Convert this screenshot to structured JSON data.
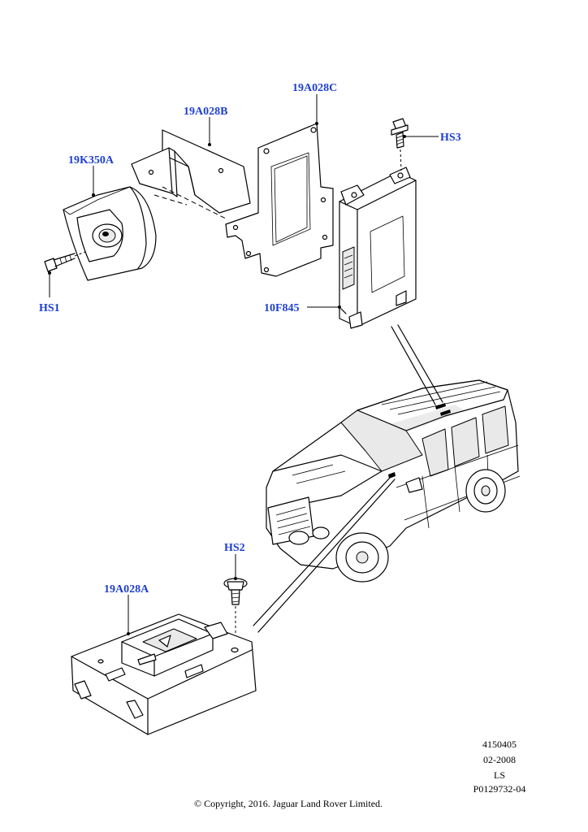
{
  "callouts": {
    "c19A028C": "19A028C",
    "c19A028B": "19A028B",
    "c19K350A": "19K350A",
    "cHS3": "HS3",
    "cHS1": "HS1",
    "c10F845": "10F845",
    "cHS2": "HS2",
    "c19A028A": "19A028A"
  },
  "footer": {
    "line1": "4150405",
    "line2": "02-2008",
    "line3": "LS",
    "line4": "P0129732-04",
    "copyright": "© Copyright, 2016. Jaguar Land Rover Limited."
  },
  "colors": {
    "callout": "#1e3fcf",
    "line": "#000000",
    "background": "#ffffff"
  }
}
